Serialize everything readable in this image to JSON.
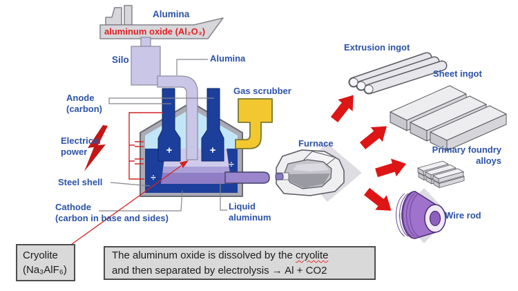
{
  "labels": {
    "ship_alumina": "Alumina",
    "ship_oxide": "aluminum oxide (Al₂O₃)",
    "silo": "Silo",
    "alumina_feed": "Alumina",
    "gas_scrubber": "Gas scrubber",
    "anode": "Anode\n(carbon)",
    "electrical_power": "Electrical\npower",
    "steel_shell": "Steel shell",
    "cathode": "Cathode\n(carbon in base and sides)",
    "liquid_aluminum": "Liquid\naluminum",
    "furnace": "Furnace",
    "extrusion_ingot": "Extrusion ingot",
    "sheet_ingot": "Sheet ingot",
    "primary_foundry_alloys": "Primary foundry\nalloys",
    "wire_rod": "Wire rod"
  },
  "symbols": {
    "anode_polarity": "+",
    "cathode_polarity": "÷"
  },
  "callouts": {
    "cryolite": "Cryolite\n(Na₃AlF₆)",
    "statement": {
      "line1_before": "The aluminum oxide is dissolved by the ",
      "line1_flagged_word": "cryolite",
      "line2": "and then separated by electrolysis → Al + CO2"
    }
  },
  "colors": {
    "label_blue": "#2B52A5",
    "highlight_red": "#E02020",
    "arrow_red": "#DE1515",
    "electrode_blue": "#1C3F9B",
    "bath_lavender": "#CFCBEC",
    "liquid_aluminum_purple": "#8F7EC6",
    "scrubber_yellow": "#F3C72F",
    "steel_shell_gray": "#ABABB5",
    "callout_box_gray": "#D9D9D9",
    "wire_rod_purple": "#9F72CC"
  }
}
